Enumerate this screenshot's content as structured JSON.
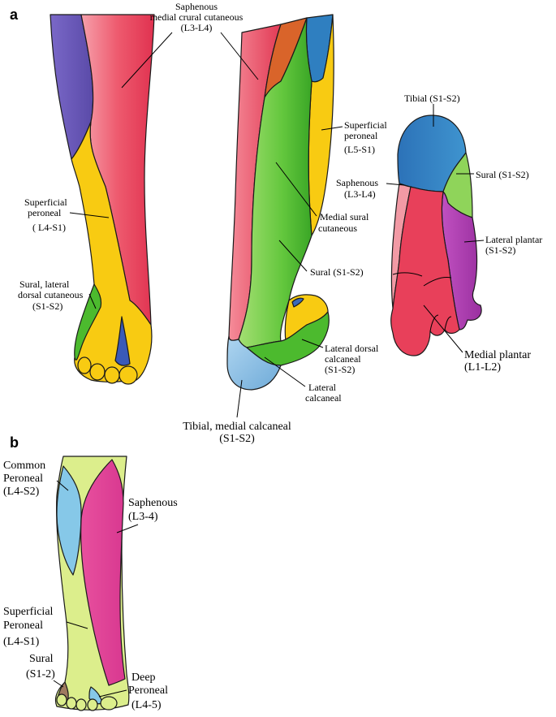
{
  "panel_a": {
    "letter": "a",
    "labels": {
      "saphenous": [
        "Saphenous",
        "medial crural cutaneous",
        "(L3-L4)"
      ],
      "superficial_peroneal_left": [
        "Superficial",
        "peroneal",
        "( L4-S1)"
      ],
      "sural_lateral_dorsal": [
        "Sural, lateral",
        "dorsal cutaneous",
        "(S1-S2)"
      ],
      "superficial_peroneal_mid": [
        "Superficial",
        "peroneal",
        "(L5-S1)"
      ],
      "medial_sural": [
        "Medial sural",
        "cutaneous"
      ],
      "sural_mid": "Sural (S1-S2)",
      "lateral_dorsal_calcaneal": [
        "Lateral dorsal",
        "calcaneal",
        "(S1-S2)"
      ],
      "lateral_calcaneal": [
        "Lateral",
        "calcaneal"
      ],
      "tibial_medial_calcaneal": [
        "Tibial, medial calcaneal",
        "(S1-S2)"
      ],
      "tibial_sole": "Tibial (S1-S2)",
      "saphenous_sole": [
        "Saphenous",
        "(L3-L4)"
      ],
      "sural_sole": "Sural (S1-S2)",
      "lateral_plantar": [
        "Lateral plantar",
        "(S1-S2)"
      ],
      "medial_plantar": [
        "Medial plantar",
        "(L1-L2)"
      ]
    }
  },
  "panel_b": {
    "letter": "b",
    "labels": {
      "common_peroneal": [
        "Common",
        "Peroneal",
        "(L4-S2)"
      ],
      "saphenous": [
        "Saphenous",
        "(L3-4)"
      ],
      "superficial_peroneal": [
        "Superficial",
        "Peroneal",
        "(L4-S1)"
      ],
      "sural": [
        "Sural",
        "(S1-2)"
      ],
      "deep_peroneal": [
        "Deep",
        "Peroneal",
        "(L4-5)"
      ]
    }
  },
  "colors": {
    "red": "#e8405a",
    "red_light": "#f29aa5",
    "purple_blue": "#6a5bb8",
    "yellow": "#f8cb12",
    "green": "#4cba2e",
    "green_light": "#8fd45a",
    "blue": "#2f7fc0",
    "light_blue": "#8fc3e6",
    "orange": "#d9642a",
    "magenta": "#b03fb0",
    "pink_b": "#e0409a",
    "lime_b": "#dcee8c",
    "sky_b": "#86c8e8"
  }
}
